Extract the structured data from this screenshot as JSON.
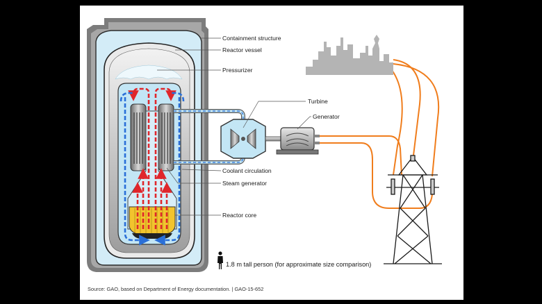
{
  "labels": {
    "containment": "Containment structure",
    "vessel": "Reactor vessel",
    "pressurizer": "Pressurizer",
    "turbine": "Turbine",
    "generator": "Generator",
    "coolant": "Coolant circulation",
    "steam_gen": "Steam generator",
    "core": "Reactor core"
  },
  "person_caption": "1.8 m tall person (for approximate size comparison)",
  "source": "Source: GAO, based on Department of Energy documentation.  |  GAO-15-652",
  "colors": {
    "containment_outer": "#7a7a7a",
    "pool_water": "#d3ecf7",
    "vessel_fill": "#b9e2f3",
    "coolant_hot": "#e0262b",
    "coolant_cold": "#2a6fd8",
    "power_line": "#f07d1c",
    "core_fuel": "#f2c42e"
  },
  "icons": [
    "city-skyline-icon",
    "transmission-tower-icon",
    "person-icon"
  ]
}
